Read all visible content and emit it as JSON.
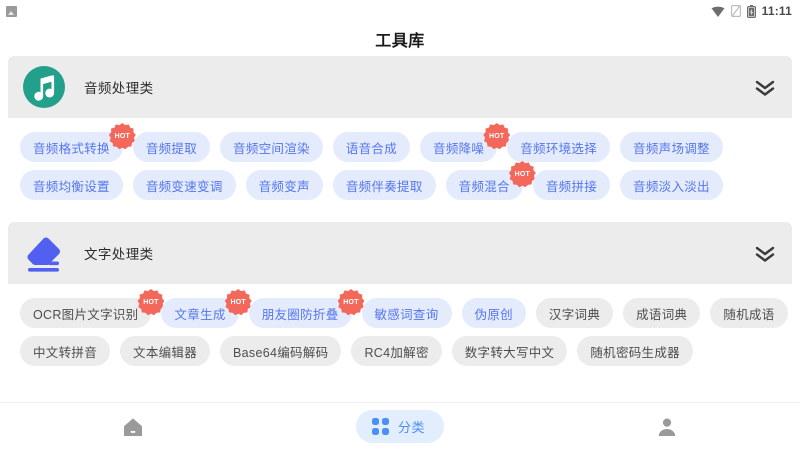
{
  "statusbar": {
    "photo_icon": "photo-icon",
    "wifi_icon": "wifi-icon",
    "signal_icon": "signal-icon",
    "battery_icon": "battery-icon",
    "time": "11:11"
  },
  "header": {
    "title": "工具库"
  },
  "categories": [
    {
      "name": "音频处理类",
      "icon": "music-note-icon",
      "icon_color": "#22a08c",
      "expand_icon": "double-chevron-down-icon",
      "rows": [
        [
          {
            "label": "音频格式转换",
            "style": "blue",
            "hot": true,
            "badge": "HOT"
          },
          {
            "label": "音频提取",
            "style": "blue",
            "hot": false
          },
          {
            "label": "音频空间渲染",
            "style": "blue",
            "hot": false
          },
          {
            "label": "语音合成",
            "style": "blue",
            "hot": false
          },
          {
            "label": "音频降噪",
            "style": "blue",
            "hot": true,
            "badge": "HOT"
          },
          {
            "label": "音频环境选择",
            "style": "blue",
            "hot": false
          },
          {
            "label": "音频声场调整",
            "style": "blue",
            "hot": false
          }
        ],
        [
          {
            "label": "音频均衡设置",
            "style": "blue",
            "hot": false
          },
          {
            "label": "音频变速变调",
            "style": "blue",
            "hot": false
          },
          {
            "label": "音频变声",
            "style": "blue",
            "hot": false
          },
          {
            "label": "音频伴奏提取",
            "style": "blue",
            "hot": false
          },
          {
            "label": "音频混合",
            "style": "blue",
            "hot": true,
            "badge": "HOT"
          },
          {
            "label": "音频拼接",
            "style": "blue",
            "hot": false
          },
          {
            "label": "音频淡入淡出",
            "style": "blue",
            "hot": false
          }
        ]
      ]
    },
    {
      "name": "文字处理类",
      "icon": "eraser-icon",
      "icon_color": "#5160f0",
      "expand_icon": "double-chevron-down-icon",
      "rows": [
        [
          {
            "label": "OCR图片文字识别",
            "style": "gray",
            "hot": true,
            "badge": "HOT"
          },
          {
            "label": "文章生成",
            "style": "blue",
            "hot": true,
            "badge": "HOT"
          },
          {
            "label": "朋友圈防折叠",
            "style": "blue",
            "hot": true,
            "badge": "HOT"
          },
          {
            "label": "敏感词查询",
            "style": "blue",
            "hot": false
          },
          {
            "label": "伪原创",
            "style": "blue",
            "hot": false
          },
          {
            "label": "汉字词典",
            "style": "gray",
            "hot": false
          },
          {
            "label": "成语词典",
            "style": "gray",
            "hot": false
          },
          {
            "label": "随机成语",
            "style": "gray",
            "hot": false
          }
        ],
        [
          {
            "label": "中文转拼音",
            "style": "gray",
            "hot": false
          },
          {
            "label": "文本编辑器",
            "style": "gray",
            "hot": false
          },
          {
            "label": "Base64编码解码",
            "style": "gray",
            "hot": false
          },
          {
            "label": "RC4加解密",
            "style": "gray",
            "hot": false
          },
          {
            "label": "数字转大写中文",
            "style": "gray",
            "hot": false
          },
          {
            "label": "随机密码生成器",
            "style": "gray",
            "hot": false
          }
        ]
      ]
    }
  ],
  "bottom_nav": {
    "items": [
      {
        "label": "",
        "icon": "home-icon",
        "active": false
      },
      {
        "label": "分类",
        "icon": "grid-icon",
        "active": true
      },
      {
        "label": "",
        "icon": "person-icon",
        "active": false
      }
    ]
  },
  "colors": {
    "tag_blue_bg": "#e4ebfd",
    "tag_blue_text": "#5576ee",
    "tag_gray_bg": "#ececec",
    "tag_gray_text": "#4d4d4d",
    "hot_badge": "#f4685c",
    "accent": "#4a90f7",
    "card_header_bg": "#ececec"
  }
}
